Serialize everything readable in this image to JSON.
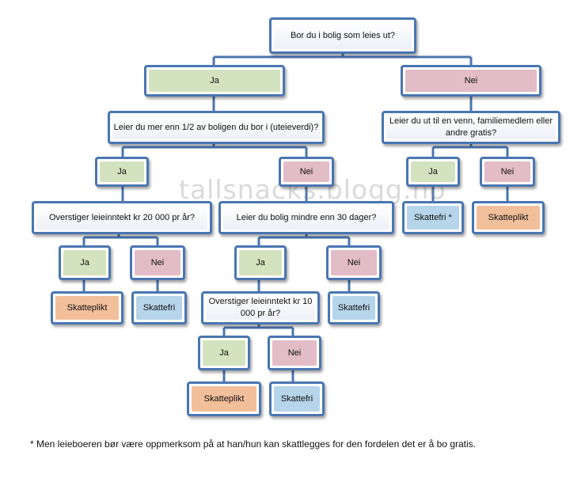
{
  "root": "Bor du i bolig som leies ut?",
  "branch_yes": {
    "label": "Ja",
    "question": "Leier du mer enn 1/2 av boligen du bor i (uteieverdi)?",
    "yes": {
      "label": "Ja",
      "question": "Overstiger leieinntekt kr 20 000 pr år?",
      "yes": {
        "label": "Ja",
        "result": "Skatteplikt"
      },
      "no": {
        "label": "Nei",
        "result": "Skattefri"
      }
    },
    "no": {
      "label": "Nei",
      "question": "Leier du bolig mindre enn 30 dager?",
      "yes": {
        "label": "Ja",
        "question": "Overstiger leieinntekt kr 10 000 pr år?",
        "yes": {
          "label": "Ja",
          "result": "Skatteplikt"
        },
        "no": {
          "label": "Nei",
          "result": "Skattefri"
        }
      },
      "no": {
        "label": "Nei",
        "result": "Skattefri"
      }
    }
  },
  "branch_no": {
    "label": "Nei",
    "question": "Leier du ut til en venn, familiemedlem eller andre gratis?",
    "yes": {
      "label": "Ja",
      "result": "Skattefri *"
    },
    "no": {
      "label": "Nei",
      "result": "Skatteplikt"
    }
  },
  "watermark": "tallsnacks.blogg.no",
  "footnote": "* Men leieboeren bør være oppmerksom på at han/hun kan skattlegges for den fordelen det er å bo gratis.",
  "colors": {
    "border": "#4a76b1",
    "yes": "#d3e3bf",
    "no": "#e2bcc6",
    "taxable": "#f2bf9b",
    "tax_free": "#b6d5ea"
  }
}
